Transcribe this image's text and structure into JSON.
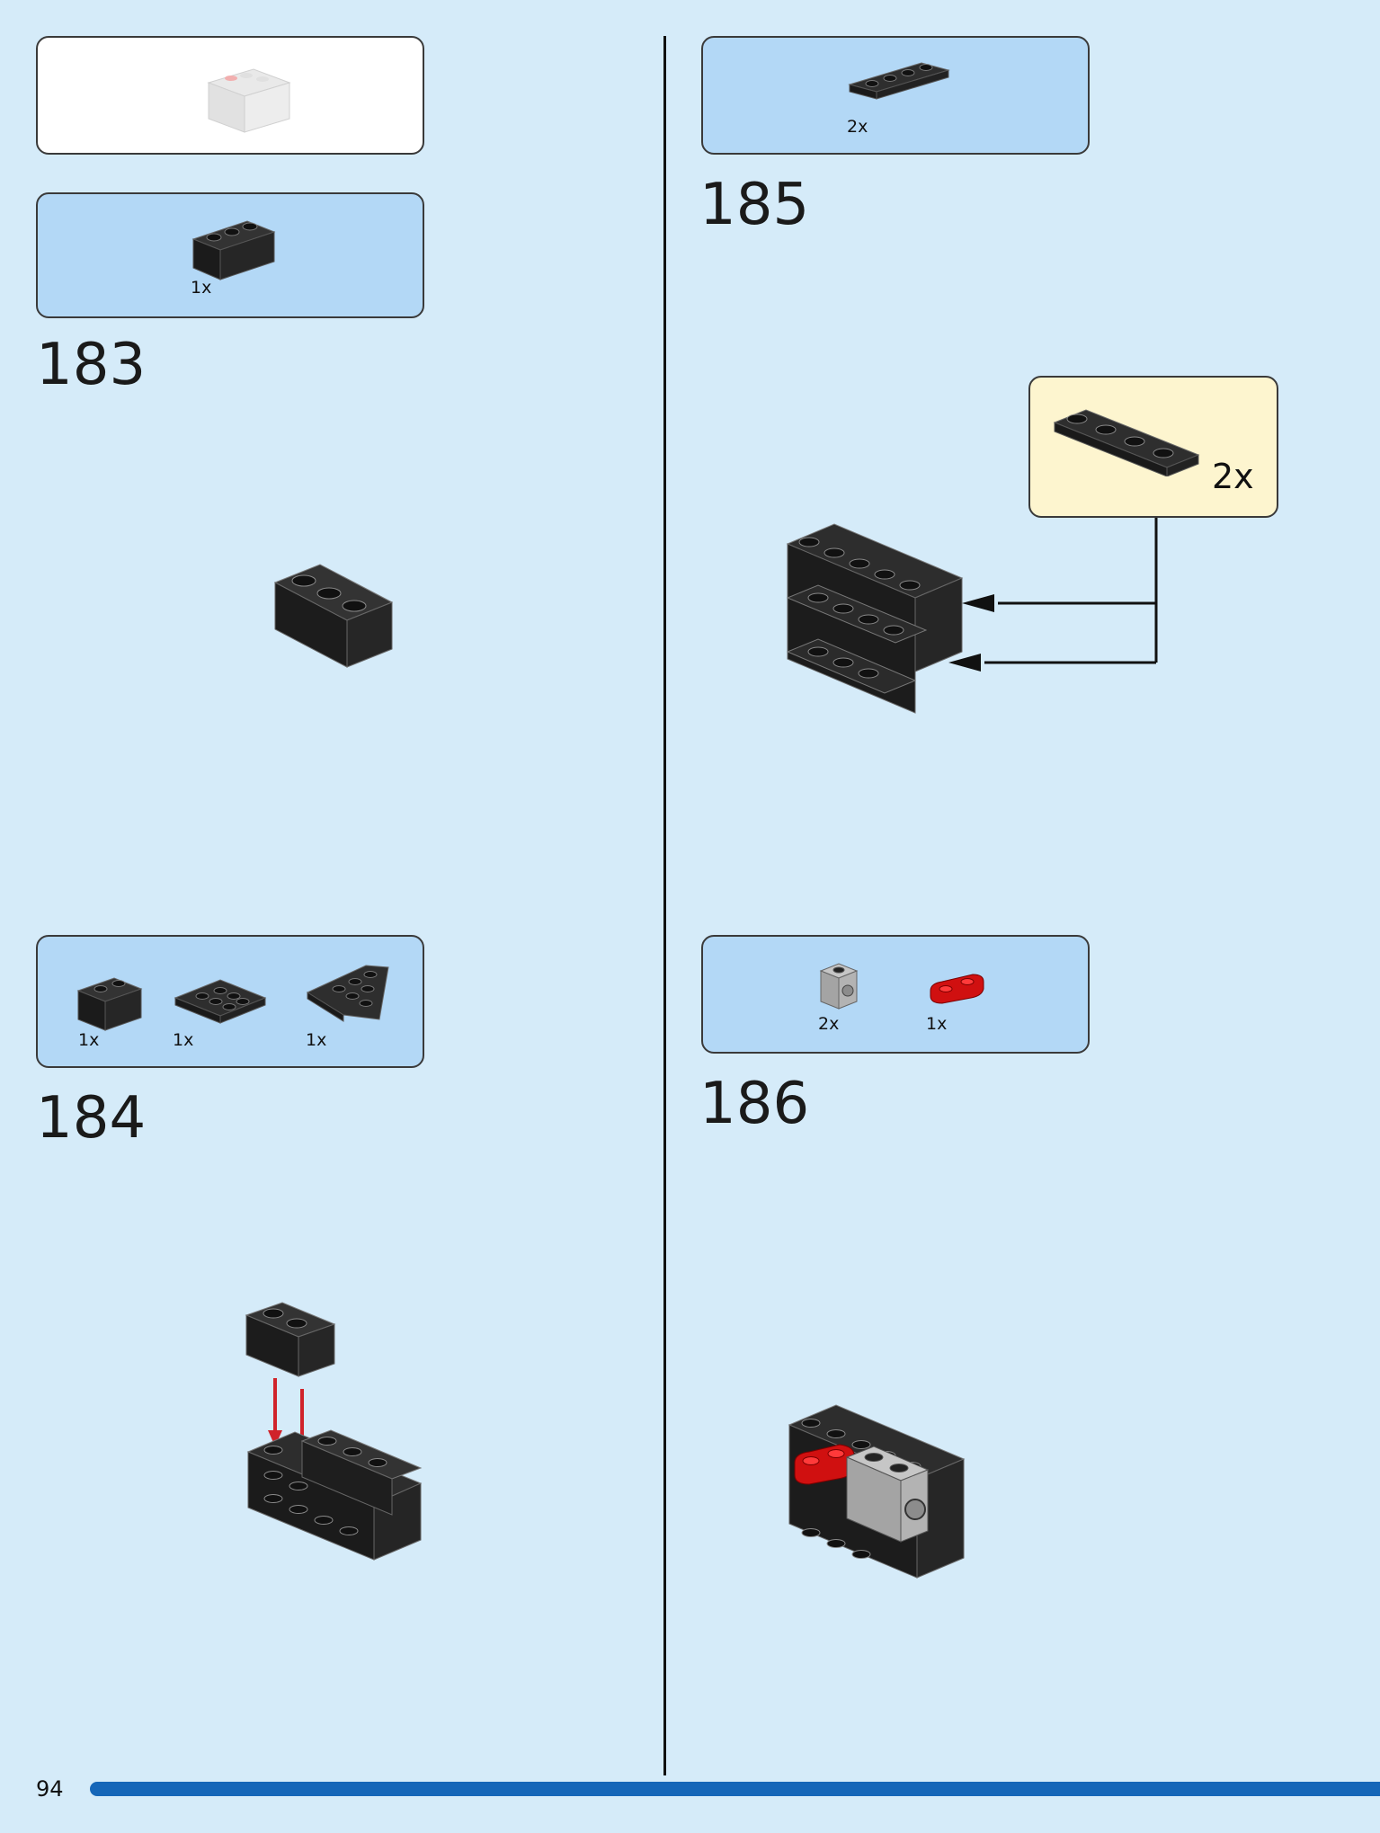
{
  "page": {
    "number": "94",
    "bar_color": "#1566b8",
    "background": "#d5ebf9"
  },
  "steps": [
    {
      "id": "183",
      "parts": [
        {
          "name": "black-1x3-brick",
          "qty": "1x"
        }
      ]
    },
    {
      "id": "184",
      "parts": [
        {
          "name": "black-1x2-brick",
          "qty": "1x"
        },
        {
          "name": "black-2x3-plate",
          "qty": "1x"
        },
        {
          "name": "black-wedge-plate",
          "qty": "1x"
        }
      ]
    },
    {
      "id": "185",
      "parts": [
        {
          "name": "black-1x4-plate",
          "qty": "2x"
        }
      ],
      "callout": {
        "part": "black-1x4-plate",
        "qty": "2x"
      }
    },
    {
      "id": "186",
      "parts": [
        {
          "name": "gray-1x1-technic-brick",
          "qty": "2x"
        },
        {
          "name": "red-1x2-rounded-plate",
          "qty": "1x"
        }
      ]
    }
  ],
  "colors": {
    "part_box": "#b3d8f6",
    "callout": "#fdf5cf",
    "arrow_red": "#d0232a",
    "brick_black": "#222222",
    "brick_gray": "#a8a8a8",
    "brick_red": "#d01010"
  }
}
